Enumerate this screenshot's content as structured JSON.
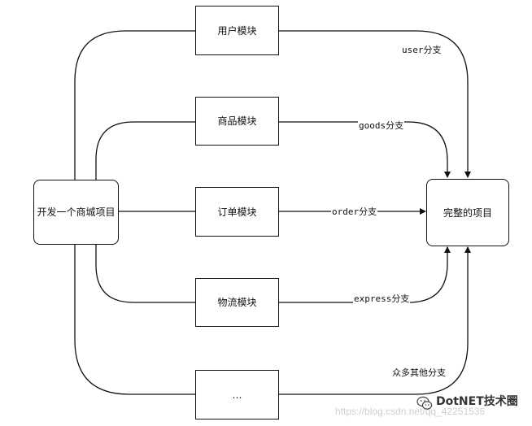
{
  "diagram": {
    "source_node": "开发一个商城项目",
    "target_node": "完整的项目",
    "modules": [
      {
        "label": "用户模块",
        "branch": "user分支"
      },
      {
        "label": "商品模块",
        "branch": "goods分支"
      },
      {
        "label": "订单模块",
        "branch": "order分支"
      },
      {
        "label": "物流模块",
        "branch": "express分支"
      },
      {
        "label": "…",
        "branch": "众多其他分支"
      }
    ],
    "colors": {
      "stroke": "#111111",
      "background": "#ffffff"
    }
  },
  "watermark": {
    "url": "https://blog.csdn.net/qq_42251536",
    "brand": "DotNET技术圈",
    "icon": "wechat-icon"
  }
}
